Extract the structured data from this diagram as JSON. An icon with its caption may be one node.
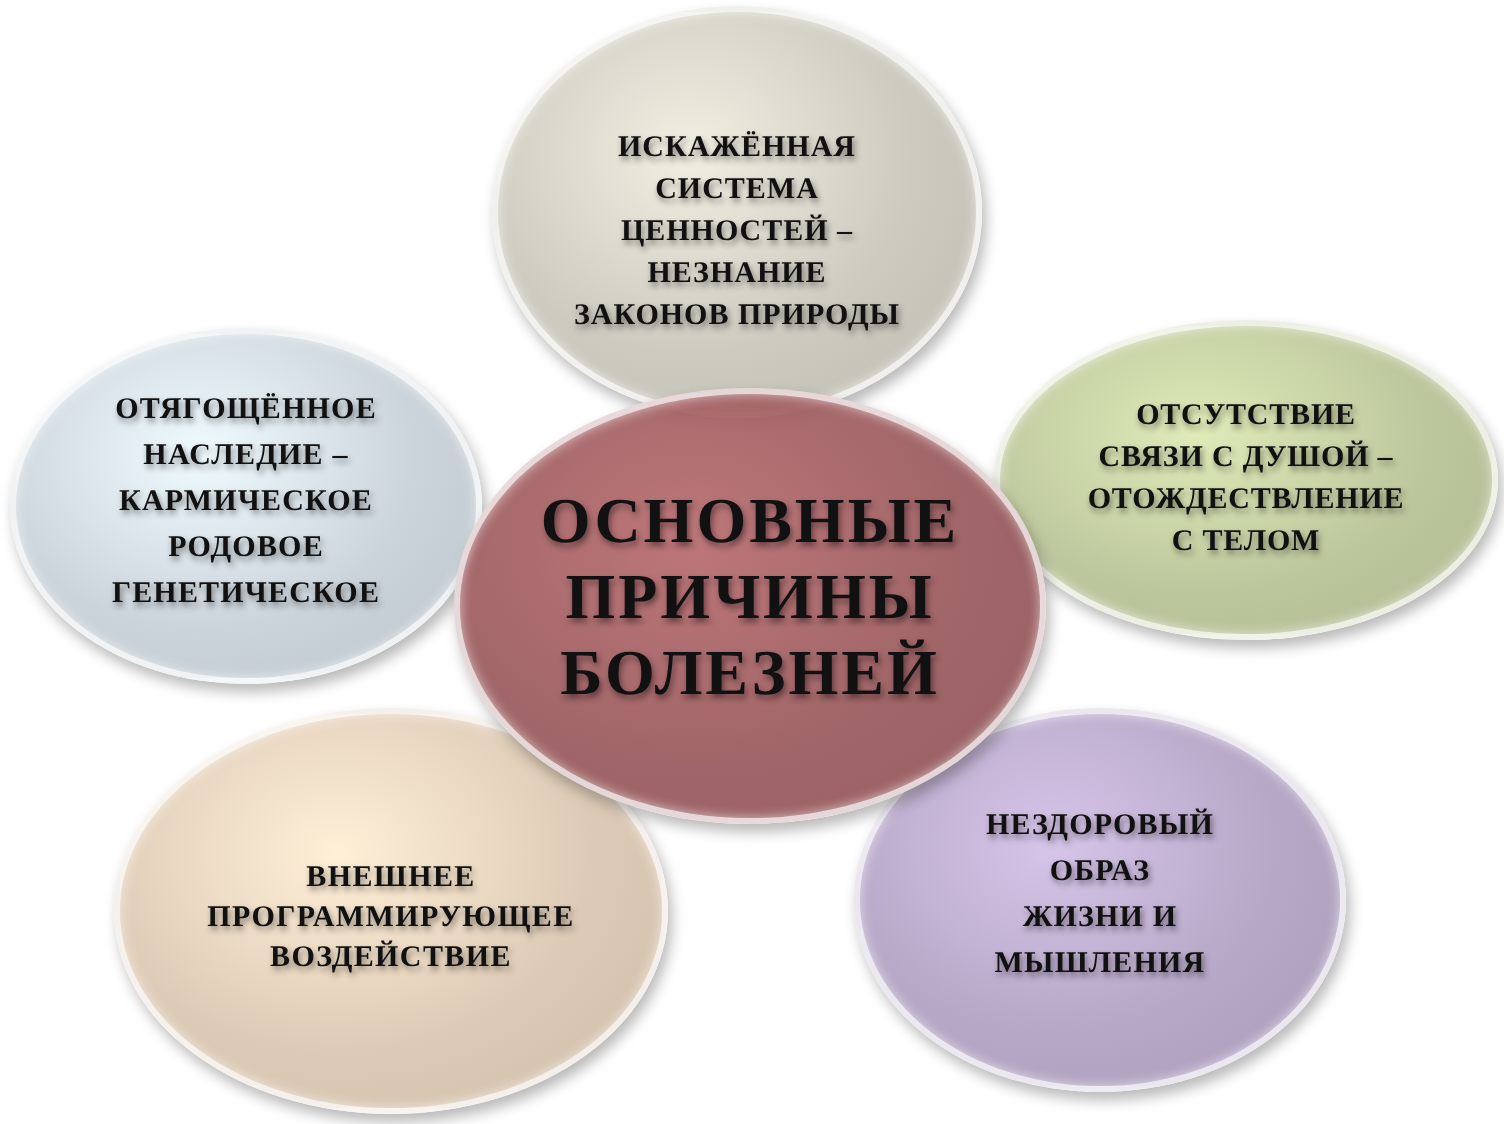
{
  "diagram": {
    "nodes": [
      {
        "text": [
          "ИСКАЖЁННАЯ СИСТЕМА ЦЕННОСТЕЙ – НЕЗНАНИЕ ЗАКОНОВ ПРИРОДЫ"
        ]
      },
      {
        "text": [
          "ОТЯГОЩЁННОЕ НАСЛЕДИЕ – КАРМИЧЕСКОЕ РОДОВОЕ ГЕНЕТИЧЕСКОЕ"
        ]
      },
      {
        "text": [
          "ОСНОВНЫЕ ПРИЧИНЫ БОЛЕЗНЕЙ"
        ]
      },
      {
        "text": [
          "ОТСУТСТВИЕ СВЯЗИ С ДУШОЙ – ОТОЖДЕСТВЛЕНИЕ С ТЕЛОМ"
        ]
      },
      {
        "text": [
          "ВНЕШНЕЕ ПРОГРАММИРУЮЩЕЕ ВОЗДЕЙСТВИЕ"
        ]
      },
      {
        "text": [
          "НЕЗДОРОВЫЙ ОБРАЗ ЖИЗНИ И МЫШЛЕНИЯ"
        ]
      }
    ]
  }
}
